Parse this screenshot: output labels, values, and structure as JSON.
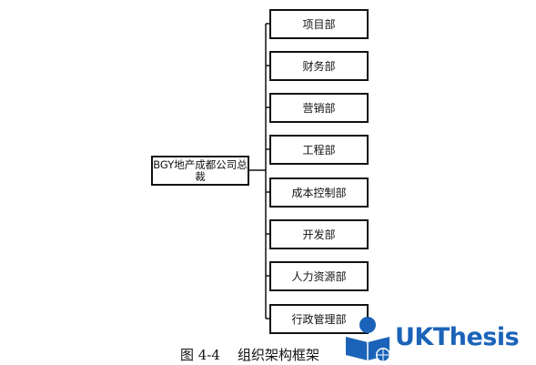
{
  "diagram": {
    "root": {
      "label": "BGY地产成都公司总裁"
    },
    "departments": [
      {
        "label": "项目部"
      },
      {
        "label": "财务部"
      },
      {
        "label": "营销部"
      },
      {
        "label": "工程部"
      },
      {
        "label": "成本控制部"
      },
      {
        "label": "开发部"
      },
      {
        "label": "人力资源部"
      },
      {
        "label": "行政管理部"
      }
    ]
  },
  "caption": "图 4-4    组织架构框架",
  "watermark": {
    "text": "UKThesis",
    "color": "#1a63b8"
  }
}
